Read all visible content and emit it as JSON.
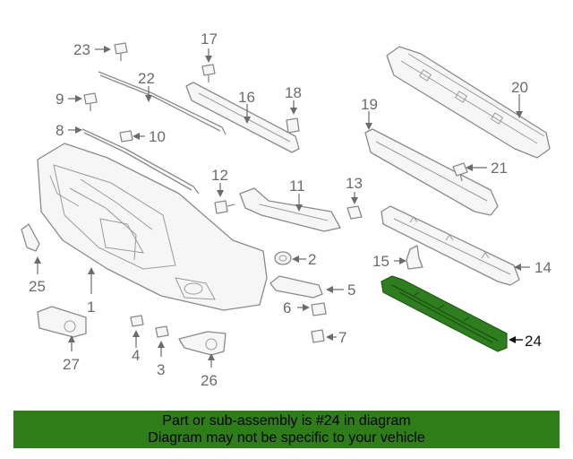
{
  "diagram": {
    "callouts": {
      "c1": "1",
      "c2": "2",
      "c3": "3",
      "c4": "4",
      "c5": "5",
      "c6": "6",
      "c7": "7",
      "c8": "8",
      "c9": "9",
      "c10": "10",
      "c11": "11",
      "c12": "12",
      "c13": "13",
      "c14": "14",
      "c15": "15",
      "c16": "16",
      "c17": "17",
      "c18": "18",
      "c19": "19",
      "c20": "20",
      "c21": "21",
      "c22": "22",
      "c23": "23",
      "c24": "24",
      "c25": "25",
      "c26": "26",
      "c27": "27"
    },
    "highlighted_part": "24",
    "highlight_color": "#2e7d1f"
  },
  "banner": {
    "line1": "Part or sub-assembly is #24 in diagram",
    "line2": "Diagram may not be specific to your vehicle",
    "background": "#2e7d18"
  }
}
